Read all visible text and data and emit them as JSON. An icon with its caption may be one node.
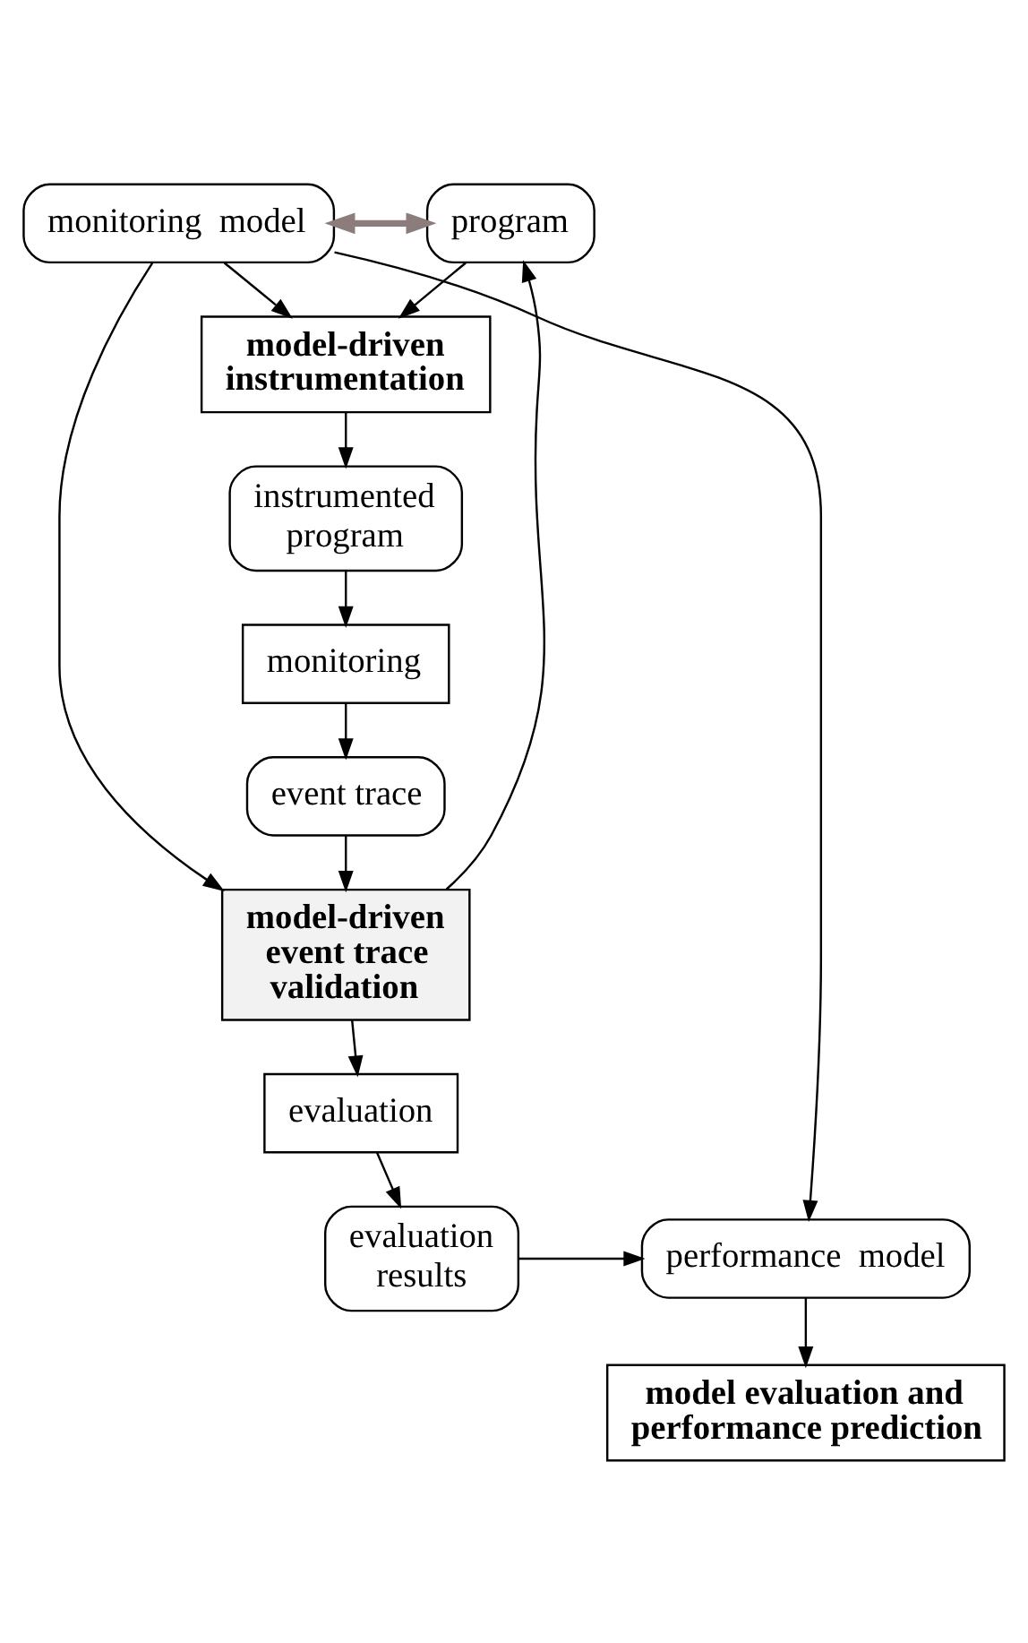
{
  "diagram": {
    "nodes": [
      {
        "text": [
          "monitoring  model"
        ]
      },
      {
        "text": [
          "program"
        ]
      },
      {
        "text": [
          "model-driven instrumentation"
        ]
      },
      {
        "text": [
          "instrumented program"
        ]
      },
      {
        "text": [
          "monitoring"
        ]
      },
      {
        "text": [
          "event trace"
        ]
      },
      {
        "text": [
          "model-driven event trace validation"
        ]
      },
      {
        "text": [
          "evaluation"
        ]
      },
      {
        "text": [
          "evaluation results"
        ]
      },
      {
        "text": [
          "performance  model"
        ]
      },
      {
        "text": [
          "model evaluation and performance prediction"
        ]
      }
    ],
    "edges": [
      {
        "from": 0,
        "to": 1,
        "arrow": "both",
        "style": "thick",
        "color": "#8c7c7c"
      },
      {
        "from": 1,
        "to": 2,
        "arrow": "to"
      },
      {
        "from": 0,
        "to": 2,
        "arrow": "to"
      },
      {
        "from": 2,
        "to": 3,
        "arrow": "to"
      },
      {
        "from": 3,
        "to": 4,
        "arrow": "to"
      },
      {
        "from": 4,
        "to": 5,
        "arrow": "to"
      },
      {
        "from": 5,
        "to": 6,
        "arrow": "to"
      },
      {
        "from": 0,
        "to": 6,
        "arrow": "to"
      },
      {
        "from": 6,
        "to": 1,
        "arrow": "to"
      },
      {
        "from": 6,
        "to": 7,
        "arrow": "to"
      },
      {
        "from": 7,
        "to": 8,
        "arrow": "to"
      },
      {
        "from": 0,
        "to": 9,
        "arrow": "to"
      },
      {
        "from": 8,
        "to": 9,
        "arrow": "to"
      },
      {
        "from": 9,
        "to": 10,
        "arrow": "to"
      }
    ]
  }
}
